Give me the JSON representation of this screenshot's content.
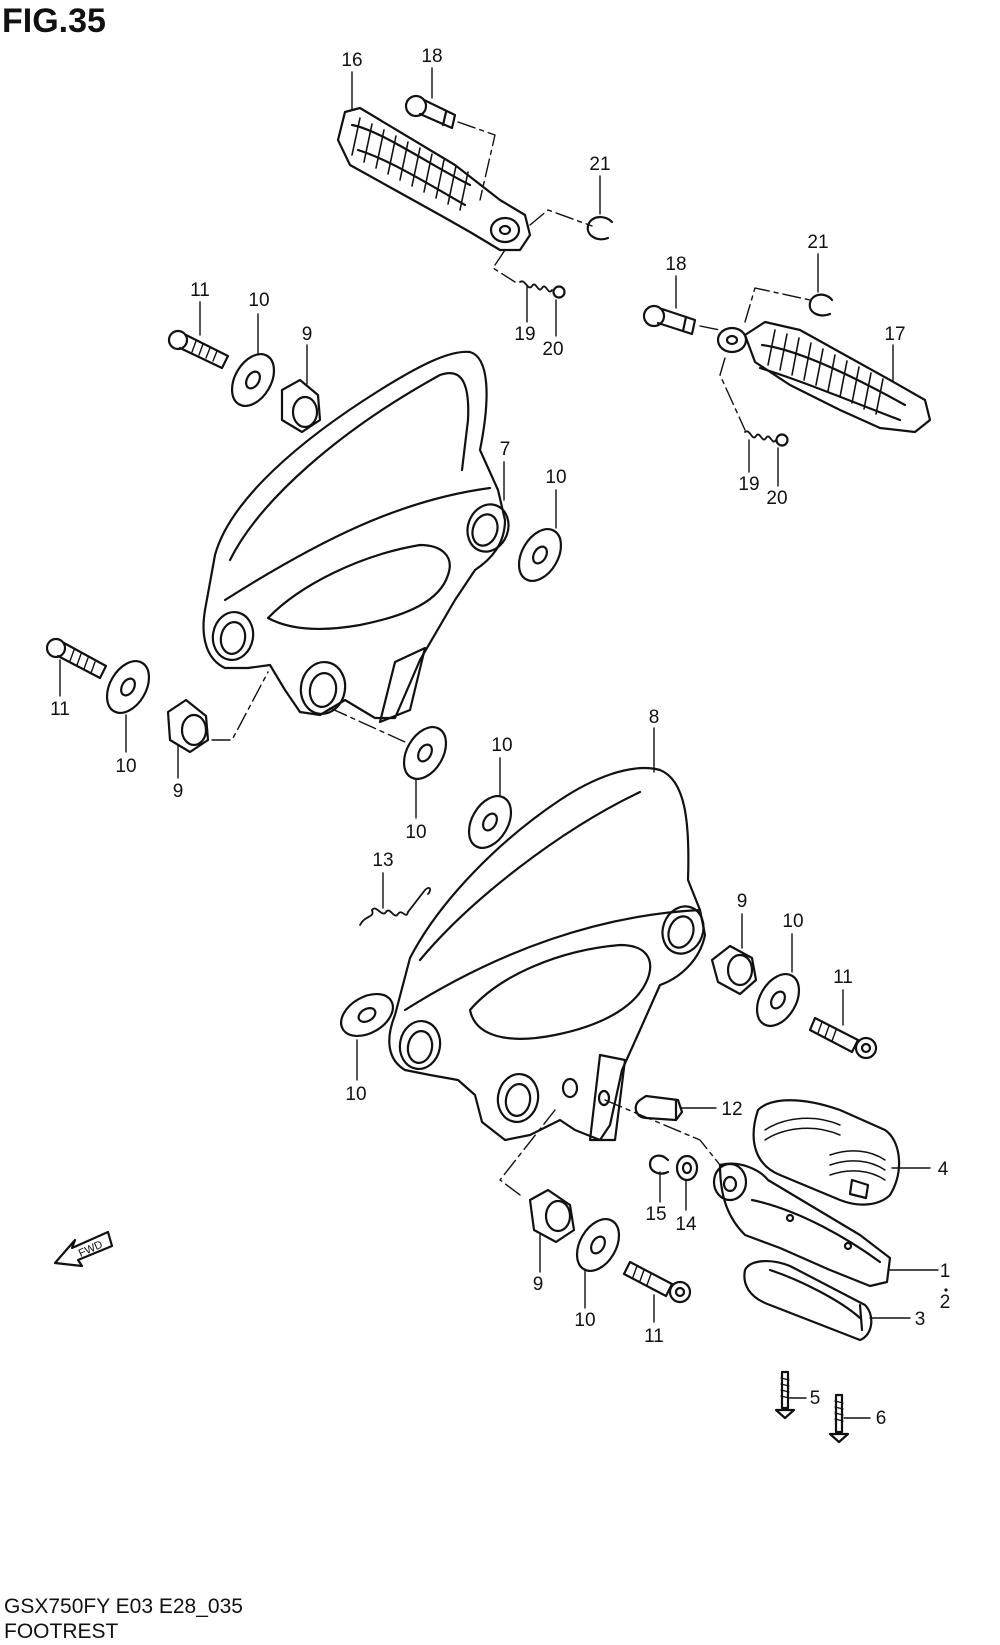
{
  "figure": {
    "title": "FIG.35"
  },
  "footer": {
    "model_code": "GSX750FY E03 E28_035",
    "caption": "FOOTREST"
  },
  "fwd_label": "FWD",
  "callouts": {
    "c16": "16",
    "c18a": "18",
    "c21a": "21",
    "c19a": "19",
    "c20a": "20",
    "c21b": "21",
    "c18b": "18",
    "c17": "17",
    "c19b": "19",
    "c20b": "20",
    "c11a": "11",
    "c10a": "10",
    "c9a": "9",
    "c7": "7",
    "c10b": "10",
    "c11b": "11",
    "c10c": "10",
    "c9b": "9",
    "c10d": "10",
    "c8": "8",
    "c10e": "10",
    "c13": "13",
    "c9c": "9",
    "c10f": "10",
    "c11c": "11",
    "c10g": "10",
    "c12": "12",
    "c4": "4",
    "c15": "15",
    "c14": "14",
    "c1": "1",
    "c2": "2",
    "c3": "3",
    "c9d": "9",
    "c10h": "10",
    "c11d": "11",
    "c5": "5",
    "c6": "6"
  }
}
